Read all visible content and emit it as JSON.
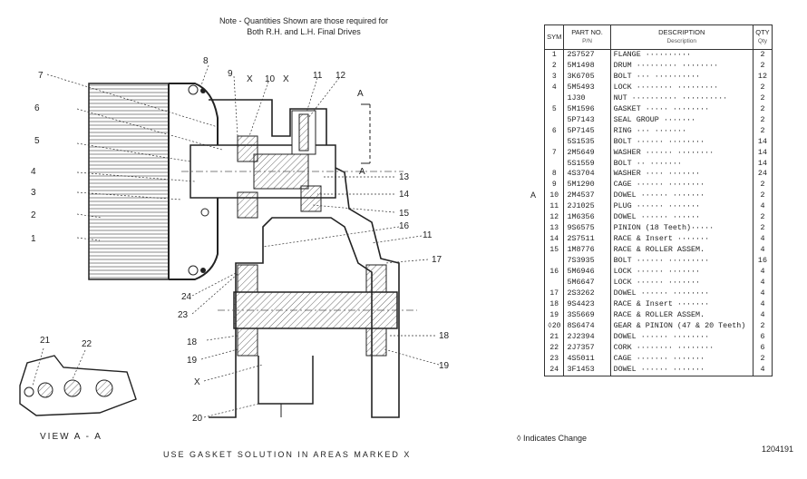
{
  "note": {
    "line1": "Note - Quantities Shown are those required for",
    "line2": "Both R.H. and L.H. Final Drives"
  },
  "callouts": [
    "1",
    "2",
    "3",
    "4",
    "5",
    "6",
    "7",
    "8",
    "9",
    "X",
    "10",
    "X",
    "11",
    "12",
    "A",
    "A",
    "13",
    "14",
    "15",
    "16",
    "11",
    "17",
    "18",
    "18",
    "19",
    "19",
    "20",
    "21",
    "22",
    "23",
    "24",
    "X"
  ],
  "view_label": "VIEW  A - A",
  "footer_note": "USE GASKET SOLUTION IN AREAS MARKED X",
  "indicates_change": "◊ Indicates Change",
  "doc_id": "1204191",
  "side_mark": "A",
  "table": {
    "headers": {
      "sym": "SYM",
      "part_no": "PART NO.",
      "part_no_sub": "P/N",
      "description": "DESCRIPTION",
      "description_sub": "Description",
      "qty": "QTY",
      "qty_sub": "Qty"
    },
    "rows": [
      {
        "sym": "1",
        "pn": "2S7527",
        "desc": "FLANGE ··········",
        "qty": "2"
      },
      {
        "sym": "2",
        "pn": "5M1498",
        "desc": "DRUM ········· ········",
        "qty": "2"
      },
      {
        "sym": "3",
        "pn": "3K6705",
        "desc": "BOLT ··· ··········",
        "qty": "12"
      },
      {
        "sym": "4",
        "pn": "5M5493",
        "desc": "LOCK ········ ·········",
        "qty": "2"
      },
      {
        "sym": "",
        "pn": "1J30",
        "desc": "NUT ·········· ··········",
        "qty": "2"
      },
      {
        "sym": "5",
        "pn": "5M1596",
        "desc": "GASKET ····· ········",
        "qty": "2"
      },
      {
        "sym": "",
        "pn": "5P7143",
        "desc": "SEAL GROUP ·······",
        "qty": "2"
      },
      {
        "sym": "6",
        "pn": "5P7145",
        "desc": "RING ··· ·······",
        "qty": "2"
      },
      {
        "sym": "",
        "pn": "5S1535",
        "desc": "BOLT ······ ········",
        "qty": "14"
      },
      {
        "sym": "7",
        "pn": "2M5649",
        "desc": "WASHER ······ ········",
        "qty": "14"
      },
      {
        "sym": "",
        "pn": "5S1559",
        "desc": "BOLT ·· ·······",
        "qty": "14"
      },
      {
        "sym": "8",
        "pn": "4S3704",
        "desc": "WASHER ···· ·······",
        "qty": "24"
      },
      {
        "sym": "9",
        "pn": "5M1290",
        "desc": "CAGE ······ ········",
        "qty": "2"
      },
      {
        "sym": "10",
        "pn": "2M4537",
        "desc": "DOWEL ······ ·······",
        "qty": "2"
      },
      {
        "sym": "11",
        "pn": "2J1025",
        "desc": "PLUG ······ ·······",
        "qty": "4"
      },
      {
        "sym": "12",
        "pn": "1M6356",
        "desc": "DOWEL ······ ······",
        "qty": "2"
      },
      {
        "sym": "13",
        "pn": "9S6575",
        "desc": "PINION (18 Teeth)·····",
        "qty": "2"
      },
      {
        "sym": "14",
        "pn": "2S7511",
        "desc": "RACE & Insert ·······",
        "qty": "4"
      },
      {
        "sym": "15",
        "pn": "1M8776",
        "desc": "RACE & ROLLER ASSEM.",
        "qty": "4"
      },
      {
        "sym": "",
        "pn": "7S3935",
        "desc": "BOLT ······ ·········",
        "qty": "16"
      },
      {
        "sym": "16",
        "pn": "5M6946",
        "desc": "LOCK ······ ·······",
        "qty": "4"
      },
      {
        "sym": "",
        "pn": "5M6647",
        "desc": "LOCK ······ ·······",
        "qty": "4"
      },
      {
        "sym": "17",
        "pn": "2S3262",
        "desc": "DOWEL ······ ········",
        "qty": "4"
      },
      {
        "sym": "18",
        "pn": "9S4423",
        "desc": "RACE & Insert ·······",
        "qty": "4"
      },
      {
        "sym": "19",
        "pn": "3S5669",
        "desc": "RACE & ROLLER ASSEM.",
        "qty": "4"
      },
      {
        "sym": "◊20",
        "pn": "8S6474",
        "desc": "GEAR & PINION (47 & 20 Teeth)",
        "qty": "2"
      },
      {
        "sym": "21",
        "pn": "2J2394",
        "desc": "DOWEL ······ ········",
        "qty": "6"
      },
      {
        "sym": "22",
        "pn": "2J7357",
        "desc": "CORK ········ ········",
        "qty": "6"
      },
      {
        "sym": "23",
        "pn": "4S5011",
        "desc": "CAGE ······· ·······",
        "qty": "2"
      },
      {
        "sym": "24",
        "pn": "3F1453",
        "desc": "DOWEL ······ ·······",
        "qty": "4"
      }
    ]
  }
}
